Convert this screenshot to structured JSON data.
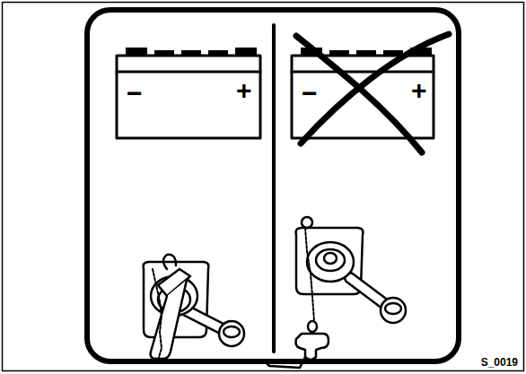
{
  "diagram": {
    "labels": [
      "−",
      "+",
      "−",
      "+",
      "S_0019"
    ]
  }
}
